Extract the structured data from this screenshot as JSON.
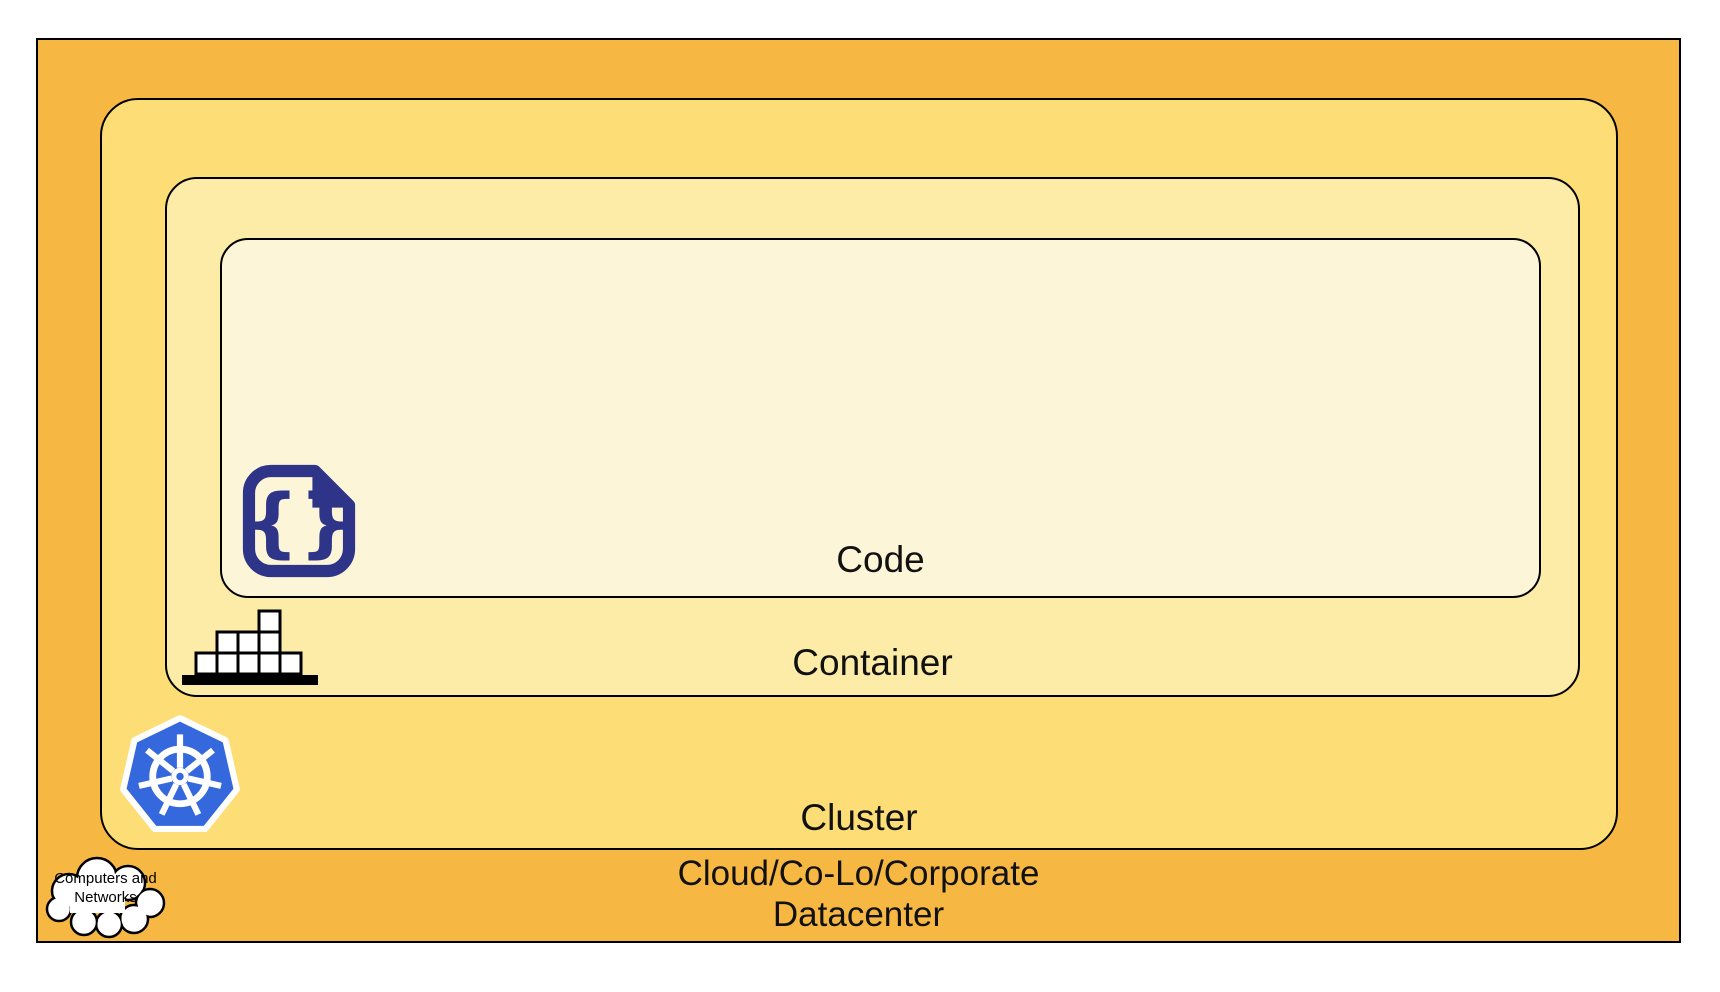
{
  "diagram": {
    "layers": {
      "code": {
        "label": "Code",
        "fill": "#FDF5D7"
      },
      "container": {
        "label": "Container",
        "fill": "#FCECA8"
      },
      "cluster": {
        "label": "Cluster",
        "fill": "#FDDD75"
      },
      "datacenter": {
        "label_line1": "Cloud/Co-Lo/Corporate",
        "label_line2": "Datacenter",
        "fill": "#F6B842"
      }
    },
    "cloud_callout": {
      "line1": "Computers and",
      "line2": "Networks"
    },
    "icons": {
      "code": "code-file-icon",
      "container": "container-stack-icon",
      "cluster": "kubernetes-icon",
      "datacenter": "cloud-icon"
    },
    "colors": {
      "border": "#000000",
      "text": "#111111",
      "kubernetes_blue": "#3568DC",
      "code_icon_navy": "#2E3589",
      "icon_white": "#FFFFFF"
    }
  }
}
